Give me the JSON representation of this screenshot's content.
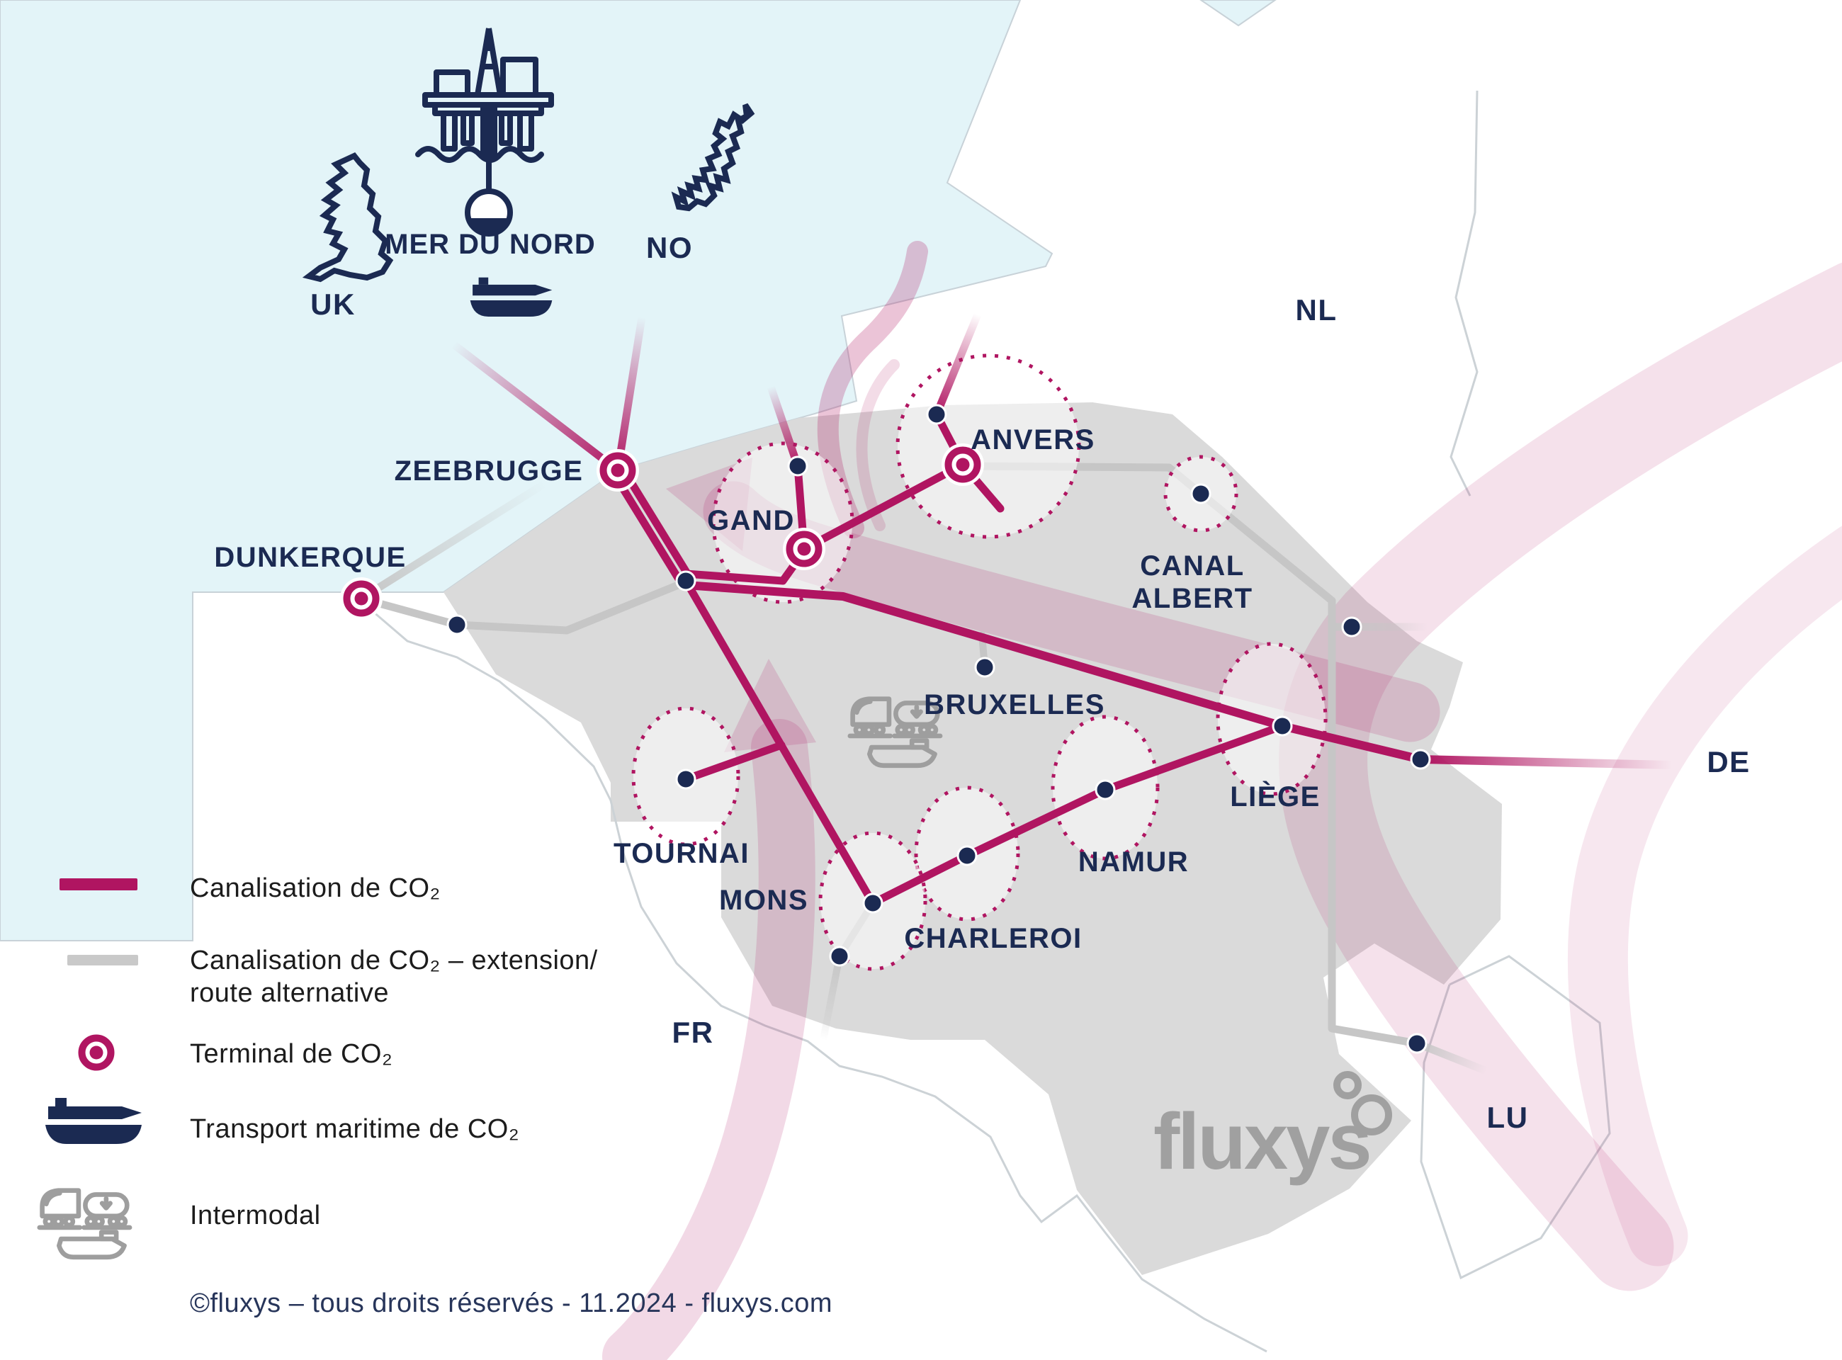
{
  "colors": {
    "pipeline_magenta": "#b01561",
    "route_gray": "#c6c6c6",
    "navy": "#1b2a52",
    "sea_cyan": "#e3f4f8",
    "land_gray": "#dadada",
    "circle_fill": "#f4f1f3",
    "flow_band_pink": "rgba(176,21,97,0.14)",
    "icon_gray": "#9e9e9e",
    "logo_gray": "#a0a0a0",
    "legend_text": "#1c1c1c",
    "copyright_text": "#27355a"
  },
  "sea": {
    "label": "MER DU NORD"
  },
  "countries": [
    {
      "code": "UK"
    },
    {
      "code": "NO"
    },
    {
      "code": "NL"
    },
    {
      "code": "DE"
    },
    {
      "code": "FR"
    },
    {
      "code": "LU"
    }
  ],
  "cities": [
    {
      "name": "ZEEBRUGGE",
      "type": "terminal"
    },
    {
      "name": "DUNKERQUE",
      "type": "terminal"
    },
    {
      "name": "GAND",
      "type": "terminal"
    },
    {
      "name": "ANVERS",
      "type": "terminal"
    },
    {
      "name": "CANAL ALBERT",
      "lines": [
        "CANAL",
        "ALBERT"
      ],
      "type": "point"
    },
    {
      "name": "BRUXELLES",
      "type": "point"
    },
    {
      "name": "LIÈGE",
      "type": "point"
    },
    {
      "name": "TOURNAI",
      "type": "point"
    },
    {
      "name": "MONS",
      "type": "point"
    },
    {
      "name": "CHARLEROI",
      "type": "point"
    },
    {
      "name": "NAMUR",
      "type": "point"
    }
  ],
  "legend": {
    "items": [
      {
        "label": "Canalisation de CO₂",
        "swatch": "pipeline-line"
      },
      {
        "label": "Canalisation de CO₂ – extension/",
        "label2": "route alternative",
        "swatch": "extension-line"
      },
      {
        "label": "Terminal de CO₂",
        "swatch": "terminal-icon"
      },
      {
        "label": "Transport maritime de CO₂",
        "swatch": "ship-icon"
      },
      {
        "label": "Intermodal",
        "swatch": "intermodal-icon"
      }
    ]
  },
  "logo": {
    "text": "fluxys"
  },
  "footer": {
    "copyright": "©fluxys – tous droits réservés - 11.2024 - fluxys.com"
  }
}
